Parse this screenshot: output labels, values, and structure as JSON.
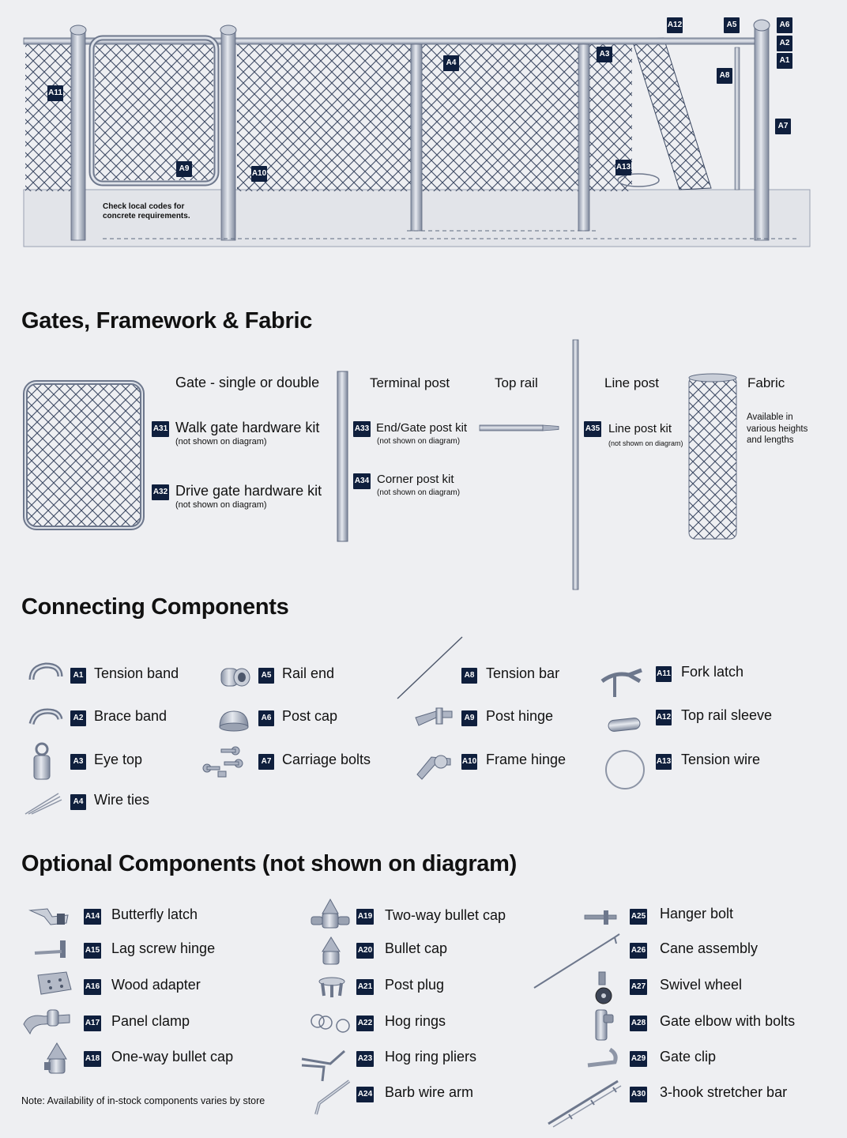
{
  "diagram": {
    "note_concrete": "Check local codes for concrete requirements.",
    "callouts": [
      "A1",
      "A2",
      "A3",
      "A4",
      "A5",
      "A6",
      "A7",
      "A8",
      "A9",
      "A10",
      "A11",
      "A12",
      "A13"
    ]
  },
  "gates_section": {
    "heading": "Gates, Framework & Fabric",
    "gate_label": "Gate - single or double",
    "terminal_post_label": "Terminal post",
    "top_rail_label": "Top rail",
    "line_post_label": "Line post",
    "fabric_label": "Fabric",
    "fabric_note": "Available in various heights and lengths",
    "kits": [
      {
        "code": "A31",
        "label": "Walk gate hardware kit",
        "sub": "(not shown on diagram)"
      },
      {
        "code": "A32",
        "label": "Drive gate hardware kit",
        "sub": "(not shown on diagram)"
      },
      {
        "code": "A33",
        "label": "End/Gate post kit",
        "sub": "(not shown on diagram)"
      },
      {
        "code": "A34",
        "label": "Corner post kit",
        "sub": "(not shown on diagram)"
      },
      {
        "code": "A35",
        "label": "Line post kit",
        "sub": "(not shown on diagram)"
      }
    ]
  },
  "connecting_section": {
    "heading": "Connecting Components",
    "items": [
      {
        "code": "A1",
        "label": "Tension band",
        "icon": "tension-band-icon"
      },
      {
        "code": "A2",
        "label": "Brace band",
        "icon": "brace-band-icon"
      },
      {
        "code": "A3",
        "label": "Eye top",
        "icon": "eye-top-icon"
      },
      {
        "code": "A4",
        "label": "Wire ties",
        "icon": "wire-ties-icon"
      },
      {
        "code": "A5",
        "label": "Rail end",
        "icon": "rail-end-icon"
      },
      {
        "code": "A6",
        "label": "Post cap",
        "icon": "post-cap-icon"
      },
      {
        "code": "A7",
        "label": "Carriage bolts",
        "icon": "carriage-bolts-icon"
      },
      {
        "code": "A8",
        "label": "Tension bar",
        "icon": "tension-bar-icon"
      },
      {
        "code": "A9",
        "label": "Post hinge",
        "icon": "post-hinge-icon"
      },
      {
        "code": "A10",
        "label": "Frame hinge",
        "icon": "frame-hinge-icon"
      },
      {
        "code": "A11",
        "label": "Fork latch",
        "icon": "fork-latch-icon"
      },
      {
        "code": "A12",
        "label": "Top rail sleeve",
        "icon": "top-rail-sleeve-icon"
      },
      {
        "code": "A13",
        "label": "Tension wire",
        "icon": "tension-wire-icon"
      }
    ]
  },
  "optional_section": {
    "heading": "Optional Components (not shown on diagram)",
    "note": "Note: Availability of in-stock components varies by store",
    "items": [
      {
        "code": "A14",
        "label": "Butterfly latch",
        "icon": "butterfly-latch-icon"
      },
      {
        "code": "A15",
        "label": "Lag screw hinge",
        "icon": "lag-screw-hinge-icon"
      },
      {
        "code": "A16",
        "label": "Wood adapter",
        "icon": "wood-adapter-icon"
      },
      {
        "code": "A17",
        "label": "Panel clamp",
        "icon": "panel-clamp-icon"
      },
      {
        "code": "A18",
        "label": "One-way bullet cap",
        "icon": "one-way-bullet-cap-icon"
      },
      {
        "code": "A19",
        "label": "Two-way bullet cap",
        "icon": "two-way-bullet-cap-icon"
      },
      {
        "code": "A20",
        "label": "Bullet cap",
        "icon": "bullet-cap-icon"
      },
      {
        "code": "A21",
        "label": "Post plug",
        "icon": "post-plug-icon"
      },
      {
        "code": "A22",
        "label": "Hog rings",
        "icon": "hog-rings-icon"
      },
      {
        "code": "A23",
        "label": "Hog ring pliers",
        "icon": "hog-ring-pliers-icon"
      },
      {
        "code": "A24",
        "label": "Barb wire arm",
        "icon": "barb-wire-arm-icon"
      },
      {
        "code": "A25",
        "label": "Hanger bolt",
        "icon": "hanger-bolt-icon"
      },
      {
        "code": "A26",
        "label": "Cane assembly",
        "icon": "cane-assembly-icon"
      },
      {
        "code": "A27",
        "label": "Swivel wheel",
        "icon": "swivel-wheel-icon"
      },
      {
        "code": "A28",
        "label": "Gate elbow with bolts",
        "icon": "gate-elbow-icon"
      },
      {
        "code": "A29",
        "label": "Gate clip",
        "icon": "gate-clip-icon"
      },
      {
        "code": "A30",
        "label": "3-hook stretcher bar",
        "icon": "stretcher-bar-icon"
      }
    ]
  }
}
